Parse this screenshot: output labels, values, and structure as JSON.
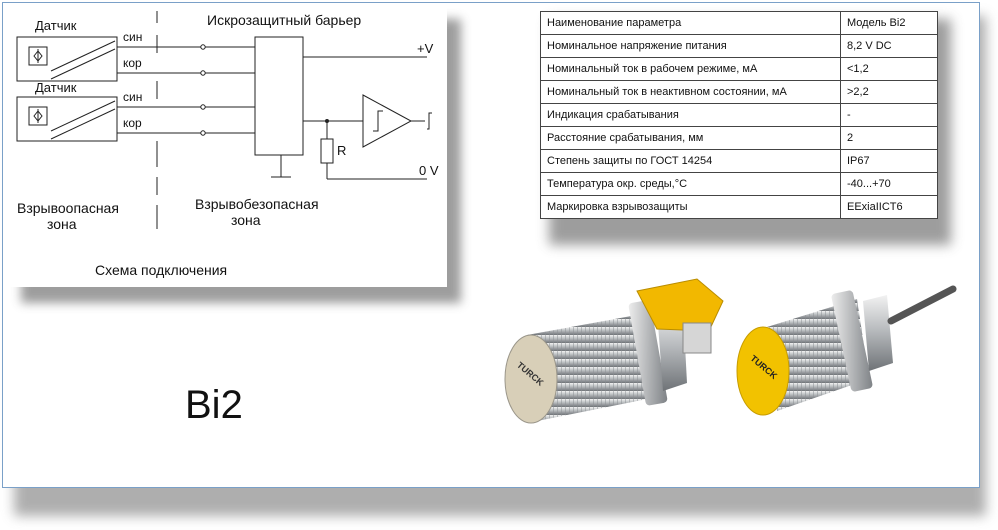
{
  "diagram": {
    "sensor1_label": "Датчик",
    "sensor2_label": "Датчик",
    "sensor1_wire_a": "син",
    "sensor1_wire_b": "кор",
    "sensor2_wire_a": "син",
    "sensor2_wire_b": "кор",
    "barrier_label": "Искрозащитный барьер",
    "v_plus": "+V",
    "v_zero": "0 V",
    "resistor": "R",
    "hazard_zone_line1": "Взрывоопасная",
    "hazard_zone_line2": "зона",
    "safe_zone_line1": "Взрывобезопасная",
    "safe_zone_line2": "зона",
    "caption": "Схема подключения"
  },
  "params_table": {
    "rows": [
      {
        "name": "Наименование  параметра",
        "value": "Модель Bi2"
      },
      {
        "name": "Номинальное напряжение питания",
        "value": "8,2 V DC"
      },
      {
        "name": "Номинальный ток в рабочем режиме, мА",
        "value": "<1,2"
      },
      {
        "name": "Номинальный ток в неактивном состоянии, мА",
        "value": ">2,2"
      },
      {
        "name": "Индикация срабатывания",
        "value": "-"
      },
      {
        "name": "Расстояние срабатывания, мм",
        "value": "2"
      },
      {
        "name": "Степень защиты по ГОСТ 14254",
        "value": "IP67"
      },
      {
        "name": "Температура окр. среды,°С",
        "value": "-40...+70"
      },
      {
        "name": "Маркировка взрывозащиты",
        "value": "EExiaIICT6"
      }
    ]
  },
  "model_label": "Bi2",
  "photo": {
    "brand_text_1": "TURCK",
    "brand_text_2": "TURCK",
    "colors": {
      "yellow": "#f2c200",
      "steel": "#b8bcc0",
      "beige_face": "#d8cfb8"
    }
  }
}
